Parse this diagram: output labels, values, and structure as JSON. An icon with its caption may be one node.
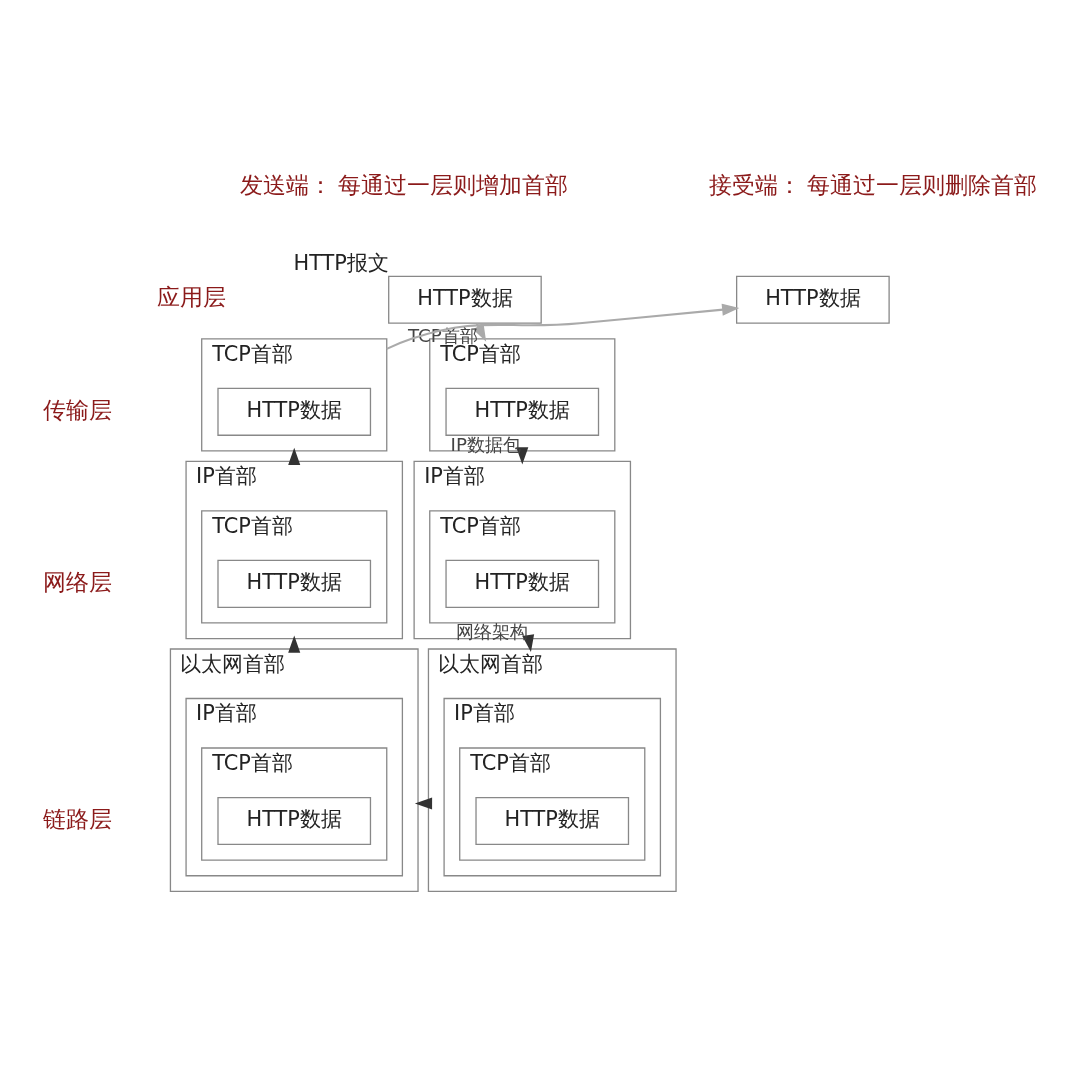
{
  "diagram": {
    "nodes": [
      {
        "text": [
          "HTTP数据"
        ],
        "beside": [
          "HTTP报文"
        ]
      },
      {
        "text": [
          "TCP首部"
        ]
      },
      {
        "text": [
          "HTTP数据"
        ],
        "in": 1
      },
      {
        "text": [
          "IP首部"
        ]
      },
      {
        "text": [
          "TCP首部"
        ],
        "in": 3
      },
      {
        "text": [
          "HTTP数据"
        ],
        "in": 4
      },
      {
        "text": [
          "以太网首部"
        ]
      },
      {
        "text": [
          "IP首部"
        ],
        "in": 6
      },
      {
        "text": [
          "TCP首部"
        ],
        "in": 7
      },
      {
        "text": [
          "HTTP数据"
        ],
        "in": 8
      },
      {
        "text": [
          "HTTP数据"
        ]
      },
      {
        "text": [
          "TCP首部"
        ]
      },
      {
        "text": [
          "HTTP数据"
        ],
        "in": 11
      },
      {
        "text": [
          "IP首部"
        ]
      },
      {
        "text": [
          "TCP首部"
        ],
        "in": 13
      },
      {
        "text": [
          "HTTP数据"
        ],
        "in": 14
      },
      {
        "text": [
          "以太网首部"
        ]
      },
      {
        "text": [
          "IP首部"
        ],
        "in": 16
      },
      {
        "text": [
          "TCP首部"
        ],
        "in": 17
      },
      {
        "text": [
          "HTTP数据"
        ],
        "in": 18
      }
    ],
    "edges": [
      {
        "from": 0,
        "to": 1,
        "arrow": "to",
        "label": "TCP首部",
        "color": "#aaaaaa"
      },
      {
        "from": 1,
        "to": 3,
        "arrow": "to",
        "label": "IP数据包"
      },
      {
        "from": 3,
        "to": 6,
        "arrow": "to",
        "label": "网络架构"
      },
      {
        "from": 6,
        "to": 16,
        "arrow": "to"
      },
      {
        "from": 16,
        "to": 13,
        "arrow": "to"
      },
      {
        "from": 13,
        "to": 11,
        "arrow": "to"
      },
      {
        "from": 11,
        "to": 10,
        "arrow": "to",
        "color": "#aaaaaa"
      }
    ],
    "labels": [
      "发送端： 每通过一层则增加首部",
      "接受端： 每通过一层则删除首部",
      "应用层",
      "传输层",
      "网络层",
      "链路层"
    ]
  }
}
